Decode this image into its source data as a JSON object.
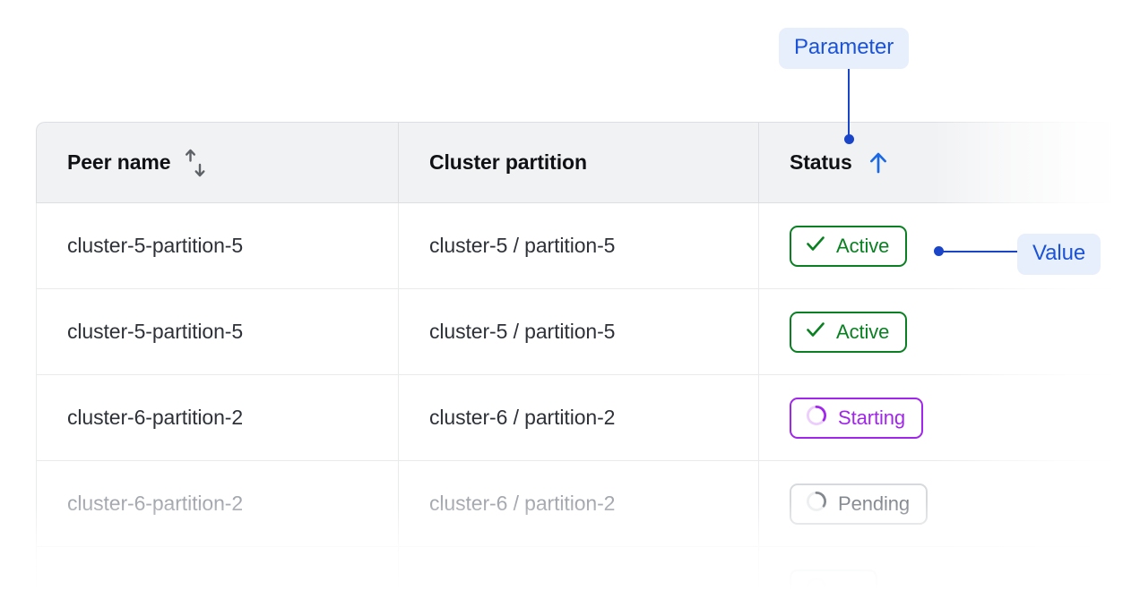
{
  "table": {
    "columns": [
      {
        "key": "peer_name",
        "label": "Peer name",
        "sort_icon": "sort-updown-icon",
        "sort_state": "none"
      },
      {
        "key": "cluster_partition",
        "label": "Cluster partition",
        "sort_icon": null,
        "sort_state": "none"
      },
      {
        "key": "status",
        "label": "Status",
        "sort_icon": "arrow-up-icon",
        "sort_state": "ascending"
      }
    ],
    "rows": [
      {
        "peer_name": "cluster-5-partition-5",
        "cluster_partition": "cluster-5 / partition-5",
        "status": {
          "label": "Active",
          "icon": "check-icon",
          "variant": "active"
        },
        "muted": false
      },
      {
        "peer_name": "cluster-5-partition-5",
        "cluster_partition": "cluster-5 / partition-5",
        "status": {
          "label": "Active",
          "icon": "check-icon",
          "variant": "active"
        },
        "muted": false
      },
      {
        "peer_name": "cluster-6-partition-2",
        "cluster_partition": "cluster-6 / partition-2",
        "status": {
          "label": "Starting",
          "icon": "spinner-icon",
          "variant": "starting"
        },
        "muted": false
      },
      {
        "peer_name": "cluster-6-partition-2",
        "cluster_partition": "cluster-6 / partition-2",
        "status": {
          "label": "Pending",
          "icon": "spinner-icon",
          "variant": "pending"
        },
        "muted": true
      }
    ]
  },
  "annotations": [
    {
      "id": "parameter",
      "label": "Parameter",
      "target": "status-column-header"
    },
    {
      "id": "value",
      "label": "Value",
      "target": "status-badge-row-1"
    }
  ],
  "colors": {
    "annotation_text": "#1a53d8",
    "annotation_bg": "#e8effc",
    "annotation_line": "#1a45c8",
    "header_bg": "#f1f2f4",
    "header_text": "#101114",
    "cell_text": "#2e3238",
    "cell_text_muted": "#a3a7ad",
    "active_green": "#0a8023",
    "starting_purple": "#a026ec",
    "pending_gray": "#9aa0a6",
    "border": "#dcdee1",
    "row_border": "#e9eaec",
    "sort_icon_gray": "#5f6368",
    "sort_icon_blue": "#1a68e5"
  }
}
